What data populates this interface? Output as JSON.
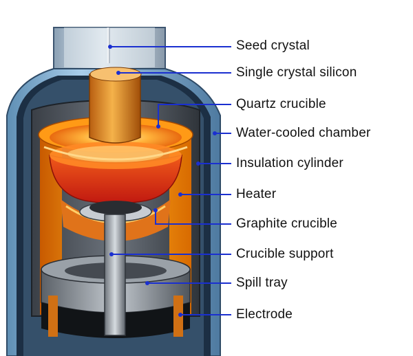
{
  "labels": {
    "seed_crystal": "Seed crystal",
    "single_crystal_silicon": "Single crystal silicon",
    "quartz_crucible": "Quartz crucible",
    "water_cooled_chamber": "Water-cooled chamber",
    "insulation_cylinder": "Insulation cylinder",
    "heater": "Heater",
    "graphite_crucible": "Graphite crucible",
    "crucible_support": "Crucible support",
    "spill_tray": "Spill tray",
    "electrode": "Electrode"
  },
  "colors": {
    "leader_line": "#1a2fd0",
    "chamber_wall": "#7fb2d8",
    "heater": "#f08010",
    "melt": "#d8281c",
    "crystal": "#e89a2a"
  }
}
